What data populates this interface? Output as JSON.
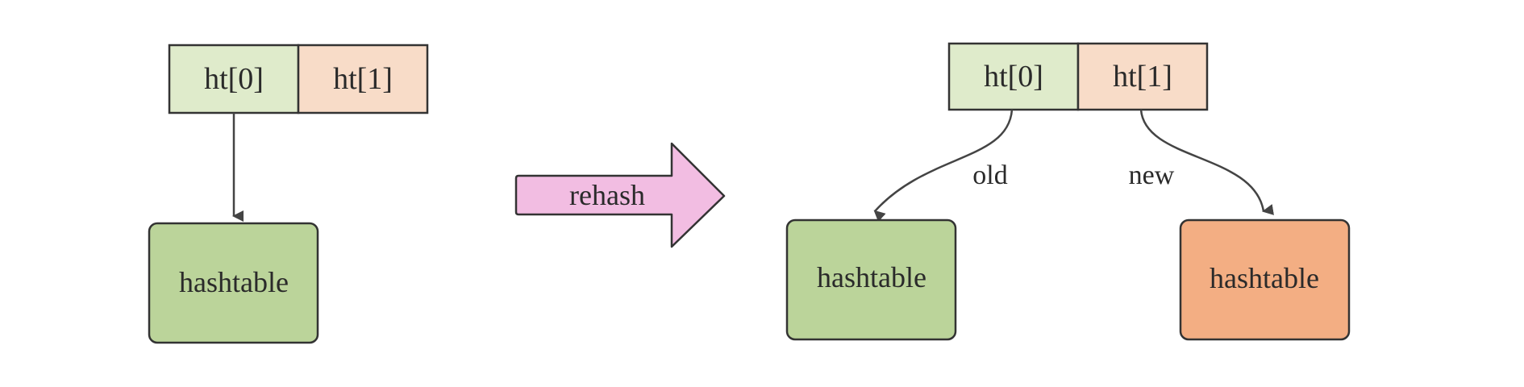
{
  "left_state": {
    "slots": [
      "ht[0]",
      "ht[1]"
    ],
    "table_label": "hashtable"
  },
  "transition": {
    "label": "rehash"
  },
  "right_state": {
    "slots": [
      "ht[0]",
      "ht[1]"
    ],
    "old_label": "old",
    "new_label": "new",
    "old_table_label": "hashtable",
    "new_table_label": "hashtable"
  },
  "colors": {
    "slot0_fill": "#DFEBCB",
    "slot1_fill": "#F8DCC8",
    "old_table_fill": "#BBD49A",
    "new_table_fill": "#F3AE83",
    "rehash_arrow_fill": "#F2BDE2",
    "stroke": "#333333"
  }
}
